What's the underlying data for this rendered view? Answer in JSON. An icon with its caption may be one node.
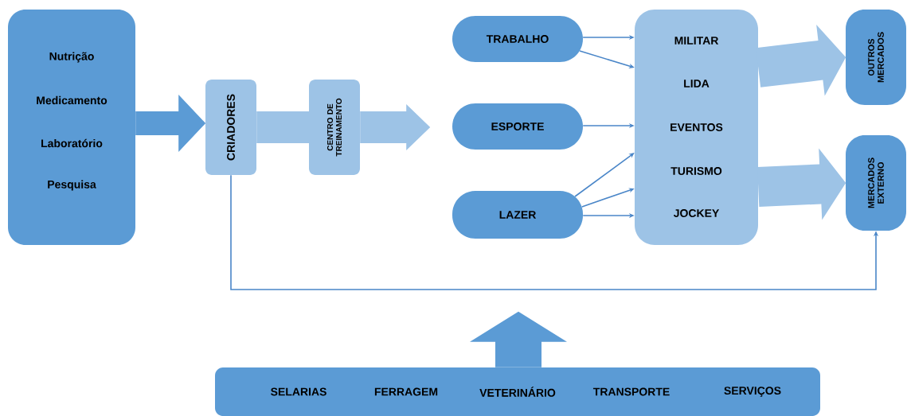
{
  "diagram": {
    "nodes": [
      {
        "text": [
          "Nutrição",
          "Medicamento",
          "Laboratório",
          "Pesquisa"
        ]
      },
      {
        "text": [
          "CRIADORES"
        ]
      },
      {
        "text": [
          "CENTRO DE TREINAMENTO"
        ]
      },
      {
        "text": [
          "TRABALHO"
        ]
      },
      {
        "text": [
          "ESPORTE"
        ]
      },
      {
        "text": [
          "LAZER"
        ]
      },
      {
        "text": [
          "MILITAR",
          "LIDA",
          "EVENTOS",
          "TURISMO",
          "JOCKEY"
        ]
      },
      {
        "text": [
          "OUTROS MERCADOS"
        ]
      },
      {
        "text": [
          "MERCADOS EXTERNO"
        ]
      },
      {
        "text": [
          "SELARIAS",
          "FERRAGEM",
          "VETERINÁRIO",
          "TRANSPORTE",
          "SERVIÇOS"
        ]
      }
    ],
    "edges": [
      {
        "from": 0,
        "to": 1,
        "arrow": "to",
        "style": "thick"
      },
      {
        "from": 1,
        "to": 2,
        "arrow": "none",
        "style": "thick",
        "color": "#9dc3e6"
      },
      {
        "from": 2,
        "to": null,
        "arrow": "to",
        "style": "thick",
        "color": "#9dc3e6"
      },
      {
        "from": 3,
        "to": 6,
        "arrow": "to"
      },
      {
        "from": 3,
        "to": 6,
        "arrow": "to"
      },
      {
        "from": 4,
        "to": 6,
        "arrow": "to"
      },
      {
        "from": 5,
        "to": 6,
        "arrow": "to"
      },
      {
        "from": 5,
        "to": 6,
        "arrow": "to"
      },
      {
        "from": 5,
        "to": 6,
        "arrow": "to"
      },
      {
        "from": 6,
        "to": 7,
        "arrow": "to",
        "style": "thick",
        "color": "#9dc3e6"
      },
      {
        "from": 6,
        "to": 8,
        "arrow": "to",
        "style": "thick",
        "color": "#9dc3e6"
      },
      {
        "from": 1,
        "to": 8,
        "arrow": "to"
      },
      {
        "from": 9,
        "to": null,
        "arrow": "to",
        "style": "thick"
      }
    ]
  }
}
